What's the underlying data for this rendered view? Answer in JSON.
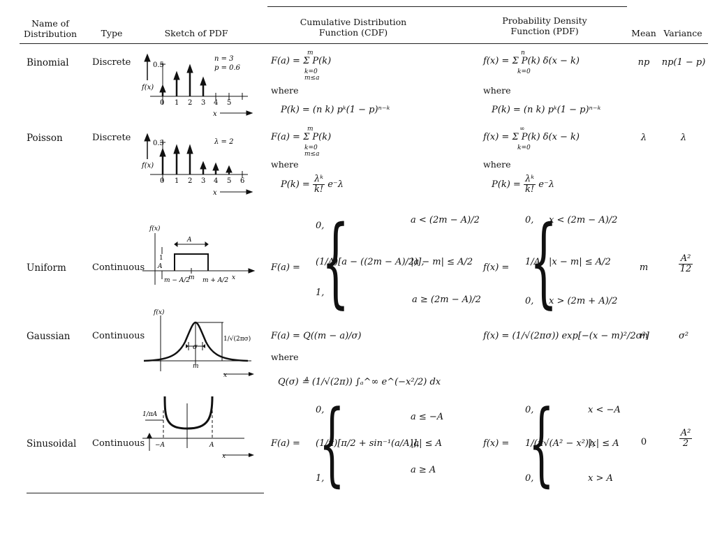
{
  "headers": {
    "name": "Name of Distribution",
    "type": "Type",
    "sketch": "Sketch of PDF",
    "cdf": "Cumulative Distribution Function (CDF)",
    "pdf": "Probability Density Function (PDF)",
    "mean": "Mean",
    "variance": "Variance"
  },
  "rows": {
    "binomial": {
      "name": "Binomial",
      "type": "Discrete",
      "sketch": {
        "param1": "n = 3",
        "param2": "p = 0.6",
        "ylabel": "f(x)",
        "ytick": "0.5",
        "xlabel": "x",
        "xticks": [
          "0",
          "1",
          "2",
          "3",
          "4",
          "5"
        ]
      },
      "cdf_main": "F(a) = Σ P(k)",
      "cdf_sum_top": "m",
      "cdf_sum_bottom": "k=0",
      "cdf_sum_cond": "m≤a",
      "where": "where",
      "pk": "P(k) = (n k) pᵏ(1 − p)ⁿ⁻ᵏ",
      "pdf_main": "f(x) = Σ P(k) δ(x − k)",
      "pdf_sum_top": "n",
      "pdf_sum_bottom": "k=0",
      "pdf_where": "where",
      "pdf_pk": "P(k) = (n k) pᵏ(1 − p)ⁿ⁻ᵏ",
      "mean": "np",
      "variance": "np(1 − p)"
    },
    "poisson": {
      "name": "Poisson",
      "type": "Discrete",
      "sketch": {
        "param1": "λ = 2",
        "ylabel": "f(x)",
        "ytick": "0.3",
        "xlabel": "x",
        "xticks": [
          "0",
          "1",
          "2",
          "3",
          "4",
          "5",
          "6"
        ]
      },
      "cdf_main": "F(a) = Σ P(k)",
      "cdf_sum_top": "m",
      "cdf_sum_bottom": "k=0",
      "cdf_sum_cond": "m≤a",
      "where": "where",
      "pk_left": "P(k) =",
      "pk_num": "λᵏ",
      "pk_den": "k!",
      "pk_right": "e⁻λ",
      "pdf_main": "f(x) = Σ P(k) δ(x − k)",
      "pdf_sum_top": "∞",
      "pdf_sum_bottom": "k=0",
      "pdf_where": "where",
      "mean": "λ",
      "variance": "λ"
    },
    "uniform": {
      "name": "Uniform",
      "type": "Continuous",
      "sketch": {
        "ylabel": "f(x)",
        "width": "A",
        "height_num": "1",
        "height_den": "A",
        "left": "m − A/2",
        "center": "m",
        "right": "m + A/2",
        "xlabel": "x"
      },
      "cdf_lhs": "F(a) =",
      "cdf_c1": "0,",
      "cdf_c1_cond": "a < (2m − A)/2",
      "cdf_c2": "(1/A)[a − ((2m − A)/2)],",
      "cdf_c2_cond": "|a − m| ≤ A/2",
      "cdf_c3": "1,",
      "cdf_c3_cond": "a ≥ (2m − A)/2",
      "pdf_lhs": "f(x) =",
      "pdf_c1": "0,",
      "pdf_c1_cond": "x < (2m − A)/2",
      "pdf_c2": "1/A,",
      "pdf_c2_cond": "|x − m| ≤ A/2",
      "pdf_c3": "0,",
      "pdf_c3_cond": "x > (2m + A)/2",
      "mean": "m",
      "variance_num": "A²",
      "variance_den": "12"
    },
    "gaussian": {
      "name": "Gaussian",
      "type": "Continuous",
      "sketch": {
        "ylabel": "f(x)",
        "sigma": "σ",
        "center": "m",
        "peak": "1/√(2πσ)",
        "xlabel": "x"
      },
      "cdf_main": "F(a) = Q((m − a)/σ)",
      "where": "where",
      "q": "Q(σ) ≜ (1/√(2π)) ∫ₐ^∞ e^(−x²/2) dx",
      "pdf_main": "f(x) = (1/√(2πσ)) exp[−(x − m)²/2σ²]",
      "mean": "m",
      "variance": "σ²"
    },
    "sinusoidal": {
      "name": "Sinusoidal",
      "type": "Continuous",
      "sketch": {
        "ytick": "1/πA",
        "left": "−A",
        "right": "A",
        "xlabel": "x"
      },
      "cdf_lhs": "F(a) =",
      "cdf_c1": "0,",
      "cdf_c1_cond": "a ≤ −A",
      "cdf_c2": "(1/π)[π/2 + sin⁻¹(a/A)],",
      "cdf_c2_cond": "|a| ≤ A",
      "cdf_c3": "1,",
      "cdf_c3_cond": "a ≥ A",
      "pdf_lhs": "f(x) =",
      "pdf_c1": "0,",
      "pdf_c1_cond": "x < −A",
      "pdf_c2": "1/(π√(A² − x²)),",
      "pdf_c2_cond": "|x| ≤ A",
      "pdf_c3": "0,",
      "pdf_c3_cond": "x > A",
      "mean": "0",
      "variance_num": "A²",
      "variance_den": "2"
    }
  }
}
